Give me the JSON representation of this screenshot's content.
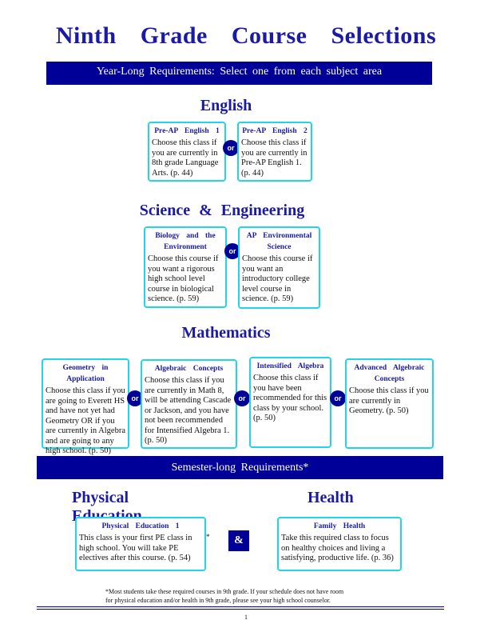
{
  "title": "Ninth Grade Course Selections",
  "year_long_banner": "Year-Long Requirements: Select one from each subject area",
  "english": {
    "heading": "English",
    "connector": "or",
    "courses": [
      {
        "title": "Pre-AP English 1",
        "desc": "Choose this class if you are currently in 8th grade Language Arts. (p. 44)"
      },
      {
        "title": "Pre-AP English 2",
        "desc": "Choose this class if you are currently in Pre-AP English 1. (p. 44)"
      }
    ]
  },
  "science": {
    "heading": "Science & Engineering",
    "connector": "or",
    "courses": [
      {
        "title": "Biology and the Environment",
        "desc": "Choose this course if you want a rigorous high school level course in biological science. (p. 59)"
      },
      {
        "title": "AP Environmental Science",
        "desc": "Choose this course if you want an introductory college level course in science. (p. 59)"
      }
    ]
  },
  "mathematics": {
    "heading": "Mathematics",
    "connector": "or",
    "courses": [
      {
        "title": "Geometry in Application",
        "desc": "Choose this class if you are going to Everett HS and have not yet had Geometry OR if you are currently in Algebra and are going to any high school. (p. 50)"
      },
      {
        "title": "Algebraic Concepts",
        "desc": "Choose this class if you are currently in Math 8, will be attending Cascade or Jackson, and you have not been recommended for Intensified Algebra 1. (p. 50)"
      },
      {
        "title": "Intensified Algebra",
        "desc": "Choose this class if you have been recommended for this class by your school. (p. 50)"
      },
      {
        "title": "Advanced Algebraic Concepts",
        "desc": "Choose this class if you are currently in Geometry. (p. 50)"
      }
    ]
  },
  "semester_banner": "Semester-long Requirements*",
  "pe": {
    "heading": "Physical Education",
    "course": {
      "title": "Physical Education 1",
      "desc": "This class is your first PE class in high school. You will take PE electives after this course. (p. 54)"
    },
    "marker": "*"
  },
  "amp": "&",
  "health": {
    "heading": "Health",
    "course": {
      "title": "Family Health",
      "desc": "Take this required class to focus on healthy choices and living a satisfying, productive life. (p. 36)"
    }
  },
  "footnote_line1": "*Most students take these required courses in 9th grade. If your schedule does not have room",
  "footnote_line2": "for physical education and/or health in 9th grade, please see your high school counselor.",
  "page_number": "1"
}
